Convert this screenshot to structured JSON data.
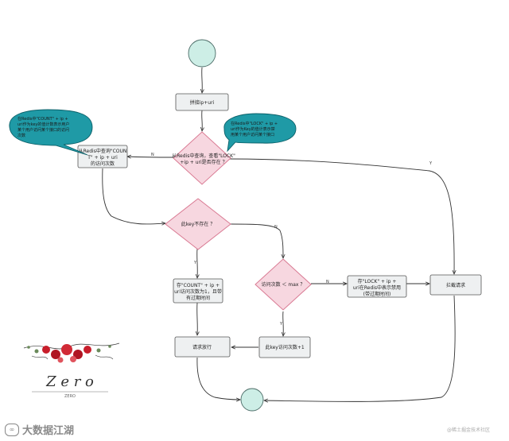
{
  "nodes": {
    "join": "拼接ip+uri",
    "check_lock": [
      "从Redis中查询，查看\"LOCK\"",
      "+ip + uri是否存在 ？"
    ],
    "query_count": [
      "从Redis中查询\"COUN",
      "T\" + ip + uri",
      "的访问次数"
    ],
    "key_missing": "此key不存在 ？",
    "store_count": [
      "存\"COUNT\" + ip +",
      "uri访问次数为1，且带",
      "有过期时间"
    ],
    "visits_gt_max": "访问次数 ＜ max ？",
    "store_lock": [
      "存\"LOCK\" + ip +",
      "uri在Redis中表示禁用",
      "(带过期时间)"
    ],
    "allow": "请求放行",
    "increment": "此key访问次数+1",
    "intercept": "拦截请求"
  },
  "notes": {
    "count_note": [
      "在Redis中\"COUNT\" + ip +",
      "uri作为key的值计数表示用户",
      "某个用户访问某个接口的访问",
      "次数"
    ],
    "lock_note": [
      "在Redis中\"LOCK\" + ip +",
      "uri作为Key的值计表示禁",
      "用某个用户访问某个接口"
    ]
  },
  "edge_labels": {
    "no": "N",
    "yes": "Y"
  },
  "logo": {
    "word": "Z e r o",
    "subtitle": "ZERO"
  },
  "footer": {
    "brand": "大数据江湖",
    "watermark": "@稀土掘金技术社区"
  },
  "colors": {
    "start_fill": "#cdeee6",
    "box_fill": "#eef0f1",
    "diamond_fill": "#f7d7e0",
    "diamond_stroke": "#d97a93",
    "note_fill": "#1f9aa6",
    "note_stroke": "#0b5f68"
  }
}
